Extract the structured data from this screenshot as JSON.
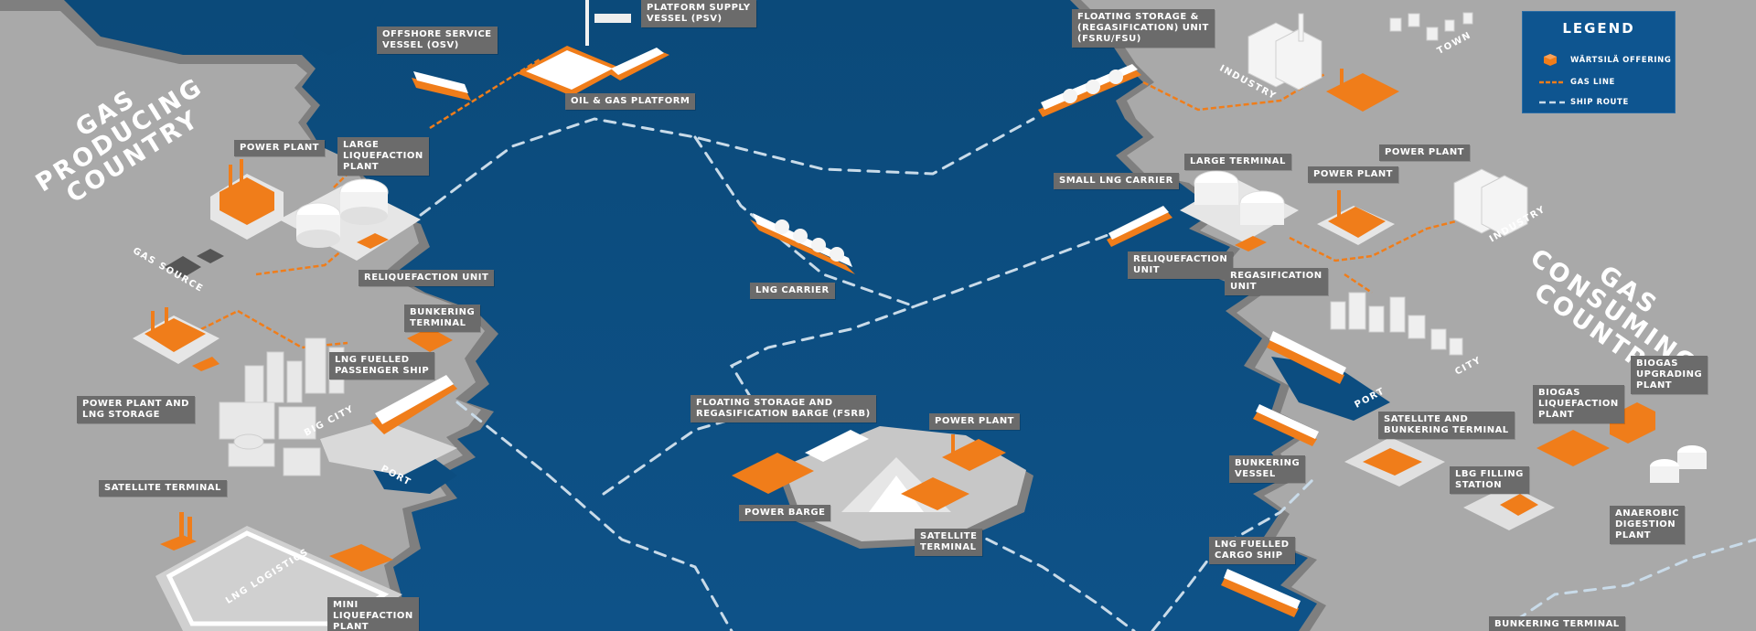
{
  "colors": {
    "sea": "#0d4f80",
    "land": "#8a8a8a",
    "land_top": "#bdbdbd",
    "label_bg": "#6b6b6b",
    "offering": "#f07d1a",
    "gas_line": "#f07d1a",
    "ship_route": "#c9dbe9"
  },
  "regions": {
    "producing": "GAS\nPRODUCING\nCOUNTRY",
    "consuming": "GAS\nCONSUMING\nCOUNTRY"
  },
  "legend": {
    "title": "LEGEND",
    "offering": "WÄRTSILÄ OFFERING",
    "gas_line": "GAS LINE",
    "ship_route": "SHIP ROUTE"
  },
  "labels": {
    "osv": "OFFSHORE SERVICE\nVESSEL (OSV)",
    "psv": "PLATFORM SUPPLY\nVESSEL (PSV)",
    "oil_gas_platform": "OIL & GAS PLATFORM",
    "power_plant_left": "POWER PLANT",
    "large_liquefaction": "LARGE\nLIQUEFACTION\nPLANT",
    "reliquefaction_left": "RELIQUEFACTION UNIT",
    "bunkering_terminal_left": "BUNKERING\nTERMINAL",
    "lng_fuelled_passenger": "LNG FUELLED\nPASSENGER SHIP",
    "power_plant_storage": "POWER PLANT AND\nLNG STORAGE",
    "satellite_terminal_left": "SATELLITE TERMINAL",
    "mini_liquefaction": "MINI\nLIQUEFACTION\nPLANT",
    "lng_carrier": "LNG CARRIER",
    "fsrb": "FLOATING STORAGE AND\nREGASIFICATION BARGE (FSRB)",
    "power_plant_center": "POWER PLANT",
    "power_barge": "POWER BARGE",
    "satellite_terminal_center": "SATELLITE\nTERMINAL",
    "fsru": "FLOATING STORAGE &\n(REGASIFICATION) UNIT\n(FSRU/FSU)",
    "power_plant_right_top": "POWER PLANT",
    "large_terminal": "LARGE TERMINAL",
    "small_lng_carrier": "SMALL LNG CARRIER",
    "power_plant_right": "POWER PLANT",
    "reliquefaction_right": "RELIQUEFACTION\nUNIT",
    "regasification": "REGASIFICATION\nUNIT",
    "biogas_upgrading": "BIOGAS\nUPGRADING\nPLANT",
    "biogas_liquefaction": "BIOGAS\nLIQUEFACTION\nPLANT",
    "satellite_bunkering": "SATELLITE AND\nBUNKERING TERMINAL",
    "bunkering_vessel": "BUNKERING\nVESSEL",
    "lbg_filling": "LBG FILLING\nSTATION",
    "anaerobic": "ANAEROBIC\nDIGESTION\nPLANT",
    "lng_fuelled_cargo": "LNG FUELLED\nCARGO SHIP",
    "bunkering_terminal_bottom": "BUNKERING TERMINAL"
  },
  "map_text": {
    "gas_source": "GAS SOURCE",
    "big_city": "BIG CITY",
    "port_left": "PORT",
    "lng_logistics": "LNG LOGISTICS",
    "industry_top": "INDUSTRY",
    "town": "TOWN",
    "industry_right": "INDUSTRY",
    "city_right": "CITY",
    "port_right": "PORT"
  }
}
